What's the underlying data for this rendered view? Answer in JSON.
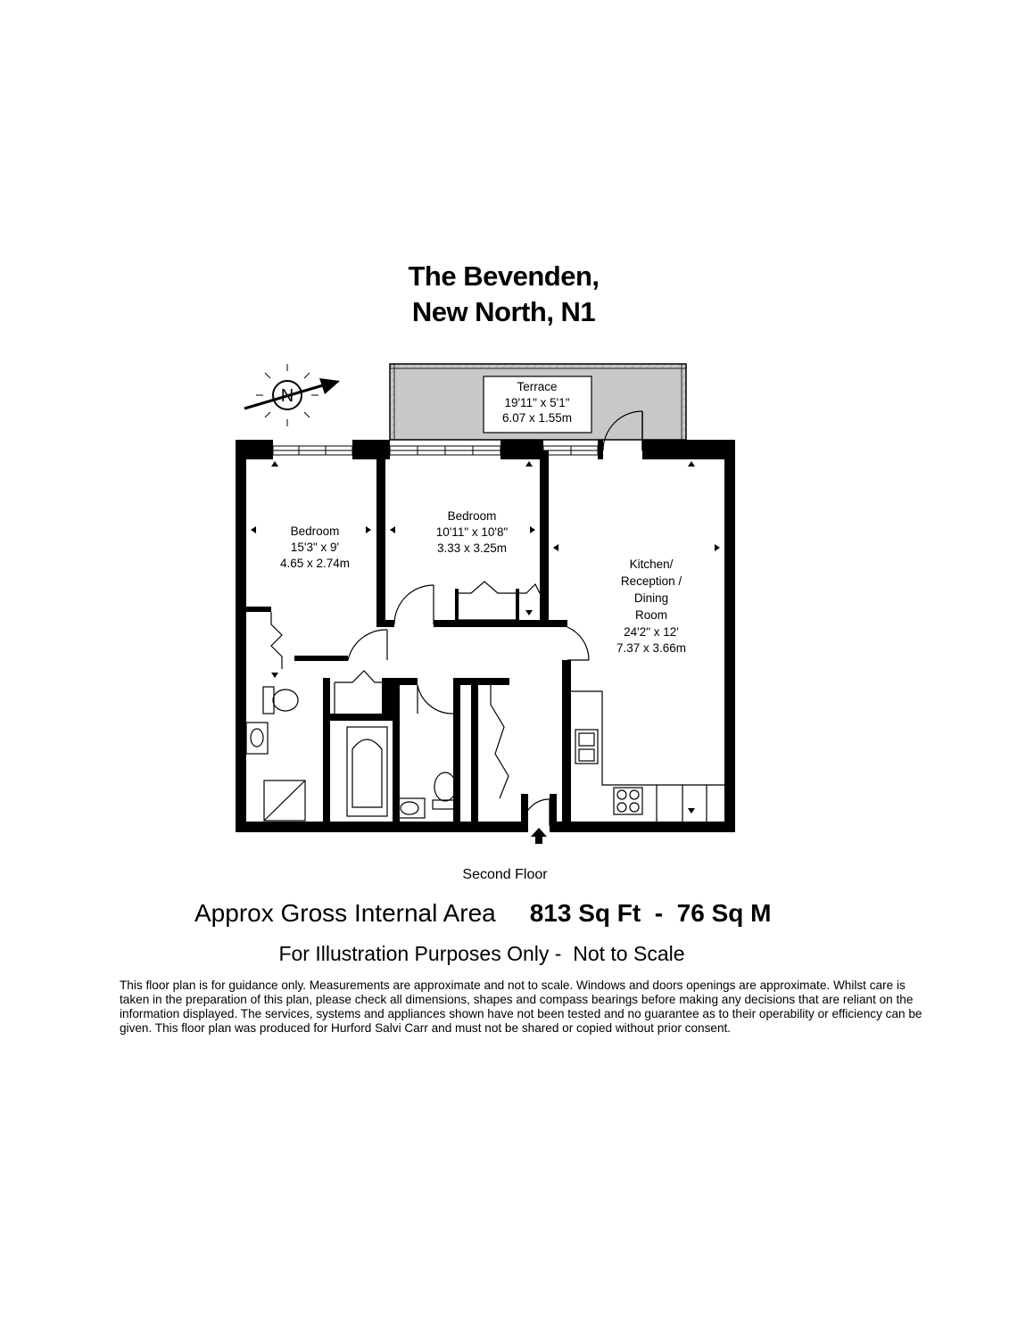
{
  "property": {
    "title_line1": "The Bevenden,",
    "title_line2": "New North, N1"
  },
  "compass": {
    "letter": "N",
    "icon": "north-arrow-icon"
  },
  "rooms": {
    "terrace": {
      "name": "Terrace",
      "imperial": "19'11\" x 5'1\"",
      "metric": "6.07 x 1.55m"
    },
    "bedroom_left": {
      "name": "Bedroom",
      "imperial": "15'3\" x 9'",
      "metric": "4.65 x 2.74m"
    },
    "bedroom_middle": {
      "name": "Bedroom",
      "imperial": "10'11\" x 10'8\"",
      "metric": "3.33 x 3.25m"
    },
    "kitchen": {
      "line1": "Kitchen/",
      "line2": "Reception /",
      "line3": "Dining",
      "line4": "Room",
      "imperial": "24'2\" x 12'",
      "metric": "7.37 x 3.66m"
    }
  },
  "floor_label": "Second Floor",
  "area": {
    "label": "Approx Gross Internal Area",
    "value": "813 Sq Ft  -  76 Sq M"
  },
  "illustration_note": "For Illustration Purposes Only -  Not to Scale",
  "disclaimer": "This floor plan is for guidance only. Measurements are approximate and not to scale. Windows and doors openings are approximate. Whilst care is taken in the preparation of this plan, please check all dimensions, shapes and compass bearings before making any decisions that are reliant on the information displayed. The services, systems and appliances shown have not been tested and no guarantee as to their operability or efficiency can be given. This floor plan was produced  for Hurford Salvi Carr and must not be shared or copied without prior consent.",
  "colors": {
    "wall": "#000000",
    "terrace_fill": "#c8c8c8",
    "background": "#ffffff"
  }
}
